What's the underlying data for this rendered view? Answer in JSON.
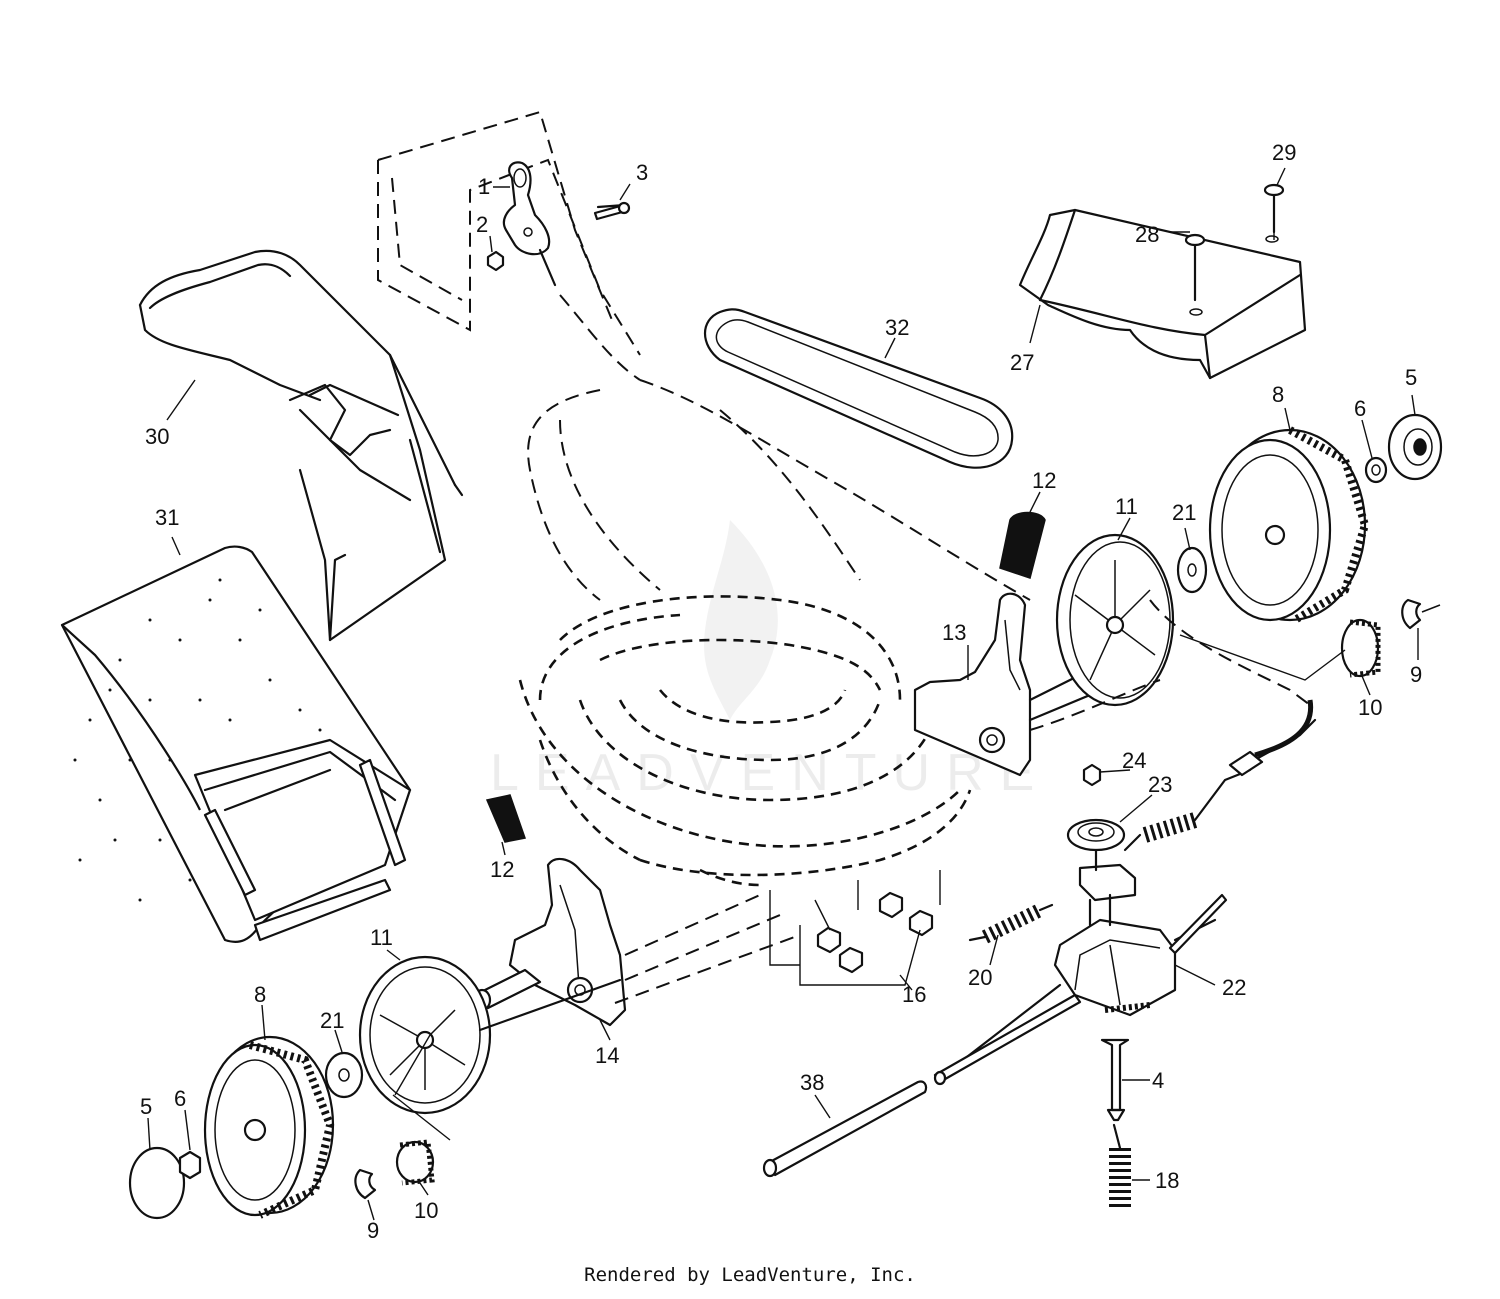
{
  "callouts": {
    "c1": "1",
    "c2": "2",
    "c3": "3",
    "c29": "29",
    "c28": "28",
    "c27": "27",
    "c32": "32",
    "c30": "30",
    "c31": "31",
    "c12a": "12",
    "c12b": "12",
    "c11a": "11",
    "c11b": "11",
    "c13": "13",
    "c14": "14",
    "c21a": "21",
    "c21b": "21",
    "c8a": "8",
    "c8b": "8",
    "c6a": "6",
    "c6b": "6",
    "c5a": "5",
    "c5b": "5",
    "c9a": "9",
    "c9b": "9",
    "c10a": "10",
    "c10b": "10",
    "c24": "24",
    "c23": "23",
    "c20": "20",
    "c22": "22",
    "c16": "16",
    "c4": "4",
    "c38": "38",
    "c18": "18"
  },
  "watermark": "LEADVENTURE",
  "footer": "Rendered by LeadVenture, Inc."
}
